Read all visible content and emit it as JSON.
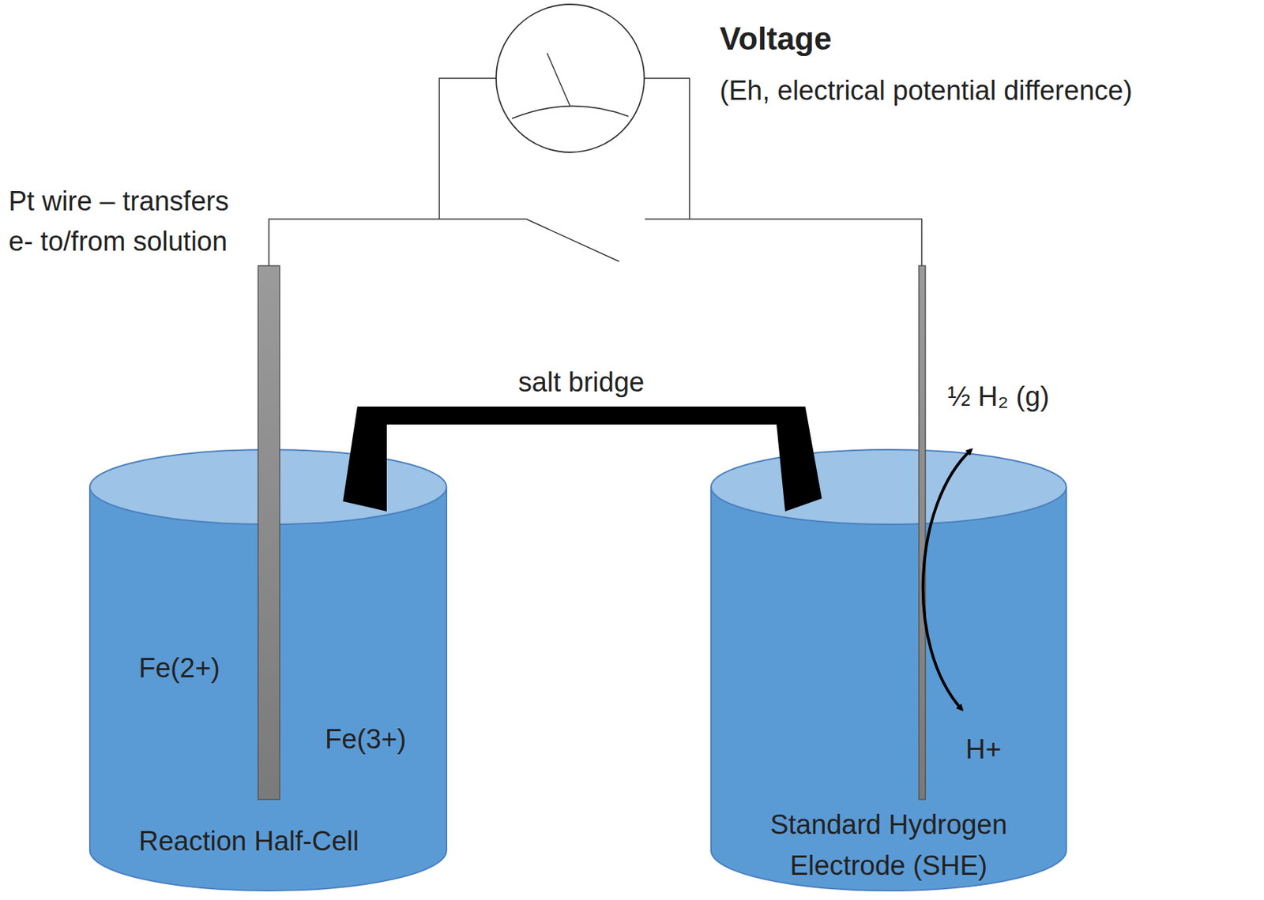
{
  "diagram": {
    "nodes": [
      {
        "text": [
          "Fe(2+)",
          "Fe(3+)",
          "Reaction Half-Cell"
        ]
      },
      {
        "text": [
          "H+",
          "Standard Hydrogen Electrode (SHE)"
        ]
      }
    ],
    "edges": [
      {
        "from": 0,
        "to": 1,
        "arrow": "none",
        "label": "salt bridge"
      }
    ],
    "labels": [
      "Voltage",
      "(Eh, electrical potential difference)",
      "Pt wire – transfers e- to/from solution",
      "½ H₂ (g)"
    ]
  }
}
